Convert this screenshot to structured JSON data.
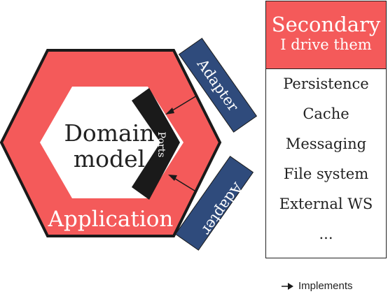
{
  "application": {
    "label": "Application"
  },
  "domain": {
    "line1": "Domain",
    "line2": "model"
  },
  "ports": {
    "label": "Ports"
  },
  "adapters": [
    {
      "label": "Adapter"
    },
    {
      "label": "Adapter"
    }
  ],
  "secondary": {
    "title": "Secondary",
    "subtitle": "I drive them",
    "items": [
      "Persistence",
      "Cache",
      "Messaging",
      "File system",
      "External WS",
      "..."
    ]
  },
  "legend": {
    "label": "Implements"
  },
  "colors": {
    "accent": "#f45a5a",
    "adapter": "#2f4b7c",
    "port": "#1a1a1a",
    "stroke": "#1a1a1a"
  }
}
